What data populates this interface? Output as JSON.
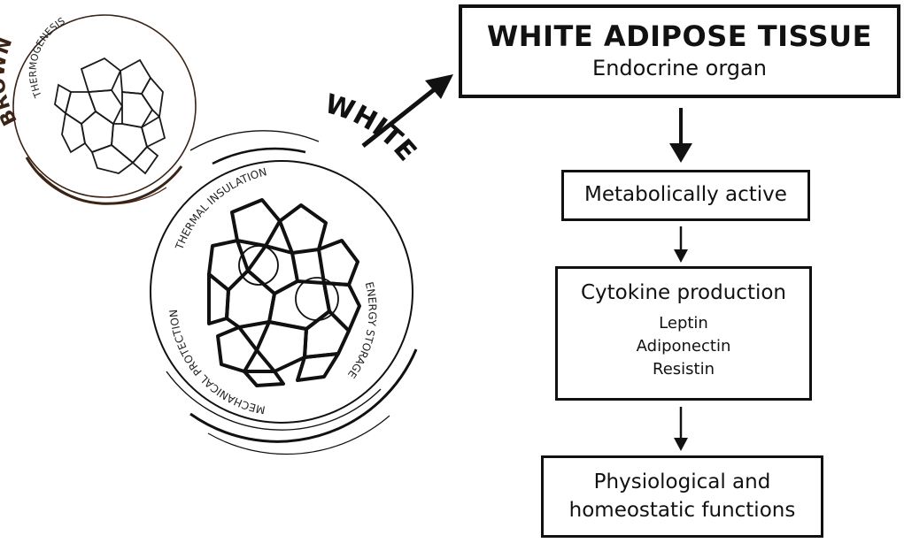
{
  "left_panel": {
    "brown_circle": {
      "heading": "BROWN",
      "function": "THERMOGENESIS",
      "heading_color": "#3b2416"
    },
    "white_circle": {
      "heading": "WHITE",
      "functions": [
        "THERMAL INSULATION",
        "ENERGY STORAGE",
        "MECHANICAL PROTECTION"
      ]
    }
  },
  "flowchart": {
    "main_box": {
      "title": "WHITE ADIPOSE TISSUE",
      "subtitle": "Endocrine organ"
    },
    "step_metabolic": "Metabolically active",
    "step_cytokine": {
      "title": "Cytokine production",
      "items": [
        "Leptin",
        "Adiponectin",
        "Resistin"
      ]
    },
    "step_functions": {
      "line1": "Physiological and",
      "line2": "homeostatic functions"
    }
  },
  "colors": {
    "ink": "#111111",
    "brown": "#3b2416",
    "background": "#ffffff"
  }
}
